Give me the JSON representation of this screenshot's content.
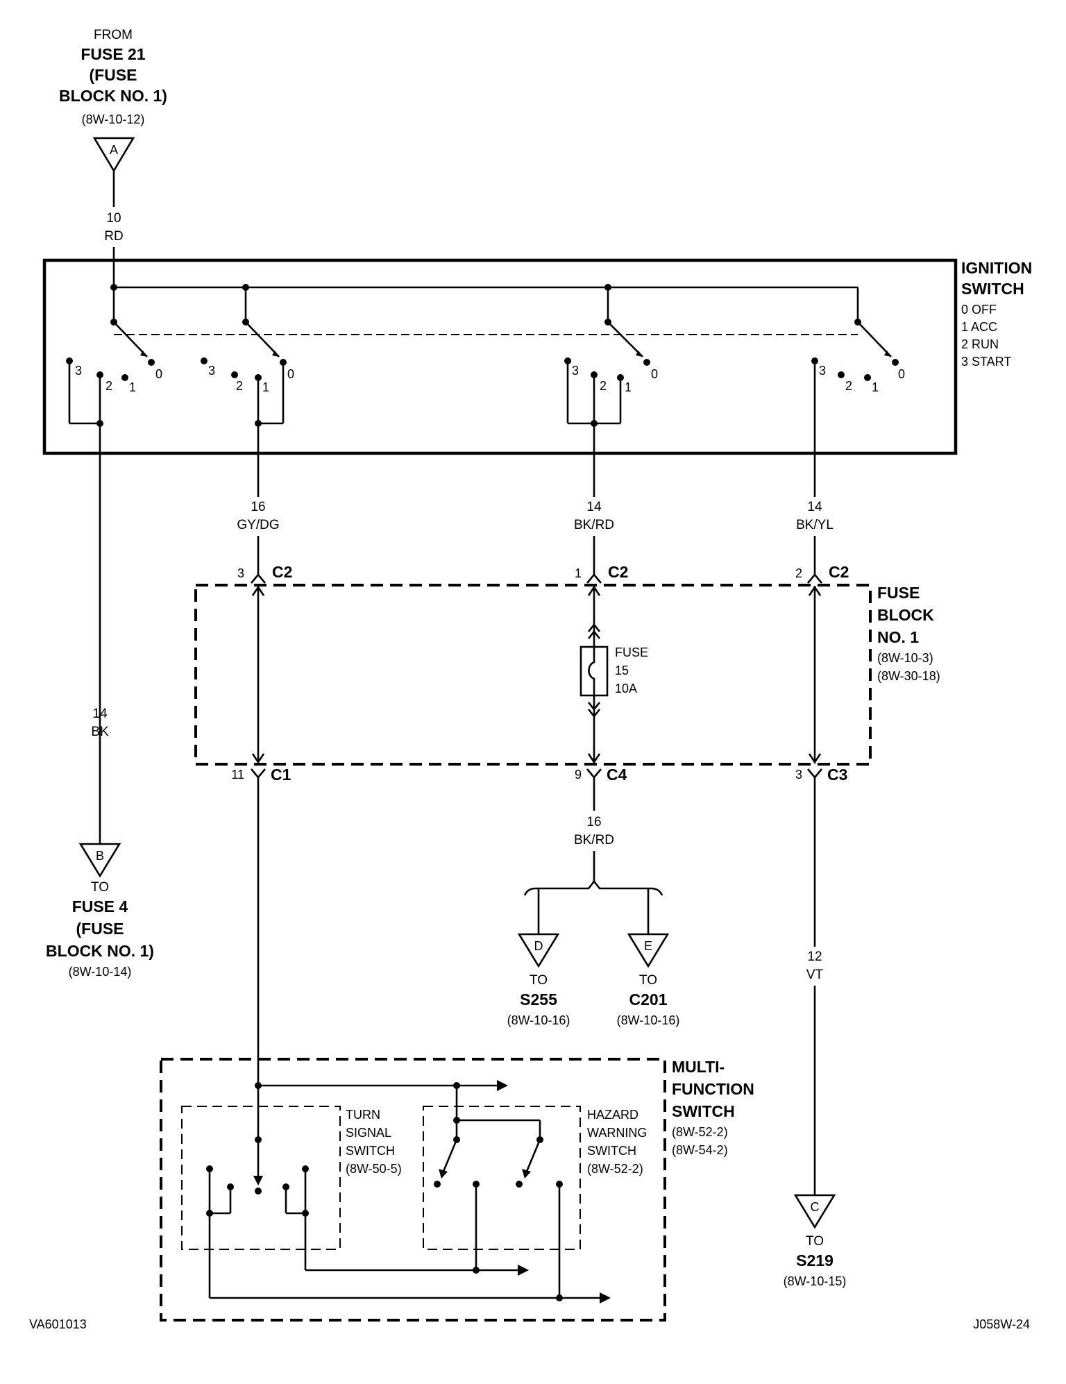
{
  "source": {
    "from": "FROM",
    "fuse": "FUSE 21",
    "block1": "(FUSE",
    "block2": "BLOCK NO. 1)",
    "ref": "(8W-10-12)",
    "letter": "A"
  },
  "wire_top": {
    "gauge": "10",
    "color": "RD"
  },
  "ignition_switch": {
    "title1": "IGNITION",
    "title2": "SWITCH",
    "positions": [
      "0 OFF",
      "1 ACC",
      "2 RUN",
      "3 START"
    ],
    "pin_labels": [
      "3",
      "2",
      "1",
      "0"
    ]
  },
  "wires": {
    "w1": {
      "gauge": "16",
      "color": "GY/DG"
    },
    "w2": {
      "gauge": "14",
      "color": "BK/RD"
    },
    "w3": {
      "gauge": "14",
      "color": "BK/YL"
    },
    "w4": {
      "gauge": "14",
      "color": "BK"
    },
    "w5": {
      "gauge": "16",
      "color": "BK/RD"
    },
    "w6": {
      "gauge": "12",
      "color": "VT"
    }
  },
  "connectors": {
    "c2a": {
      "pin": "3",
      "name": "C2"
    },
    "c2b": {
      "pin": "1",
      "name": "C2"
    },
    "c2c": {
      "pin": "2",
      "name": "C2"
    },
    "c1": {
      "pin": "11",
      "name": "C1"
    },
    "c4": {
      "pin": "9",
      "name": "C4"
    },
    "c3": {
      "pin": "3",
      "name": "C3"
    }
  },
  "fuse_block": {
    "t1": "FUSE",
    "t2": "BLOCK",
    "t3": "NO. 1",
    "ref1": "(8W-10-3)",
    "ref2": "(8W-30-18)"
  },
  "fuse15": {
    "l1": "FUSE",
    "l2": "15",
    "l3": "10A"
  },
  "dest_b": {
    "letter": "B",
    "to": "TO",
    "l1": "FUSE 4",
    "l2": "(FUSE",
    "l3": "BLOCK NO. 1)",
    "ref": "(8W-10-14)"
  },
  "dest_d": {
    "letter": "D",
    "to": "TO",
    "name": "S255",
    "ref": "(8W-10-16)"
  },
  "dest_e": {
    "letter": "E",
    "to": "TO",
    "name": "C201",
    "ref": "(8W-10-16)"
  },
  "dest_c": {
    "letter": "C",
    "to": "TO",
    "name": "S219",
    "ref": "(8W-10-15)"
  },
  "mfs": {
    "t1": "MULTI-",
    "t2": "FUNCTION",
    "t3": "SWITCH",
    "ref1": "(8W-52-2)",
    "ref2": "(8W-54-2)"
  },
  "turn_signal": {
    "l1": "TURN",
    "l2": "SIGNAL",
    "l3": "SWITCH",
    "ref": "(8W-50-5)"
  },
  "hazard": {
    "l1": "HAZARD",
    "l2": "WARNING",
    "l3": "SWITCH",
    "ref": "(8W-52-2)"
  },
  "footer": {
    "left": "VA601013",
    "right": "J058W-24"
  }
}
